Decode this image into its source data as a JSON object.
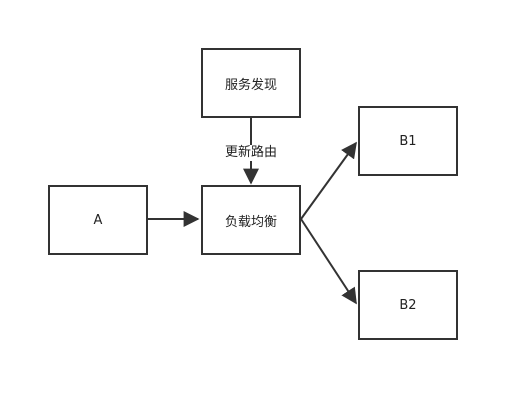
{
  "nodes": {
    "service_discovery": "服务发现",
    "load_balancer": "负载均衡",
    "client_a": "A",
    "backend_b1": "B1",
    "backend_b2": "B2"
  },
  "edges": {
    "discovery_to_lb": "更新路由",
    "a_to_lb": "",
    "lb_to_b1": "",
    "lb_to_b2": ""
  },
  "colors": {
    "stroke": "#333333",
    "fill": "#ffffff",
    "text": "#222222"
  }
}
